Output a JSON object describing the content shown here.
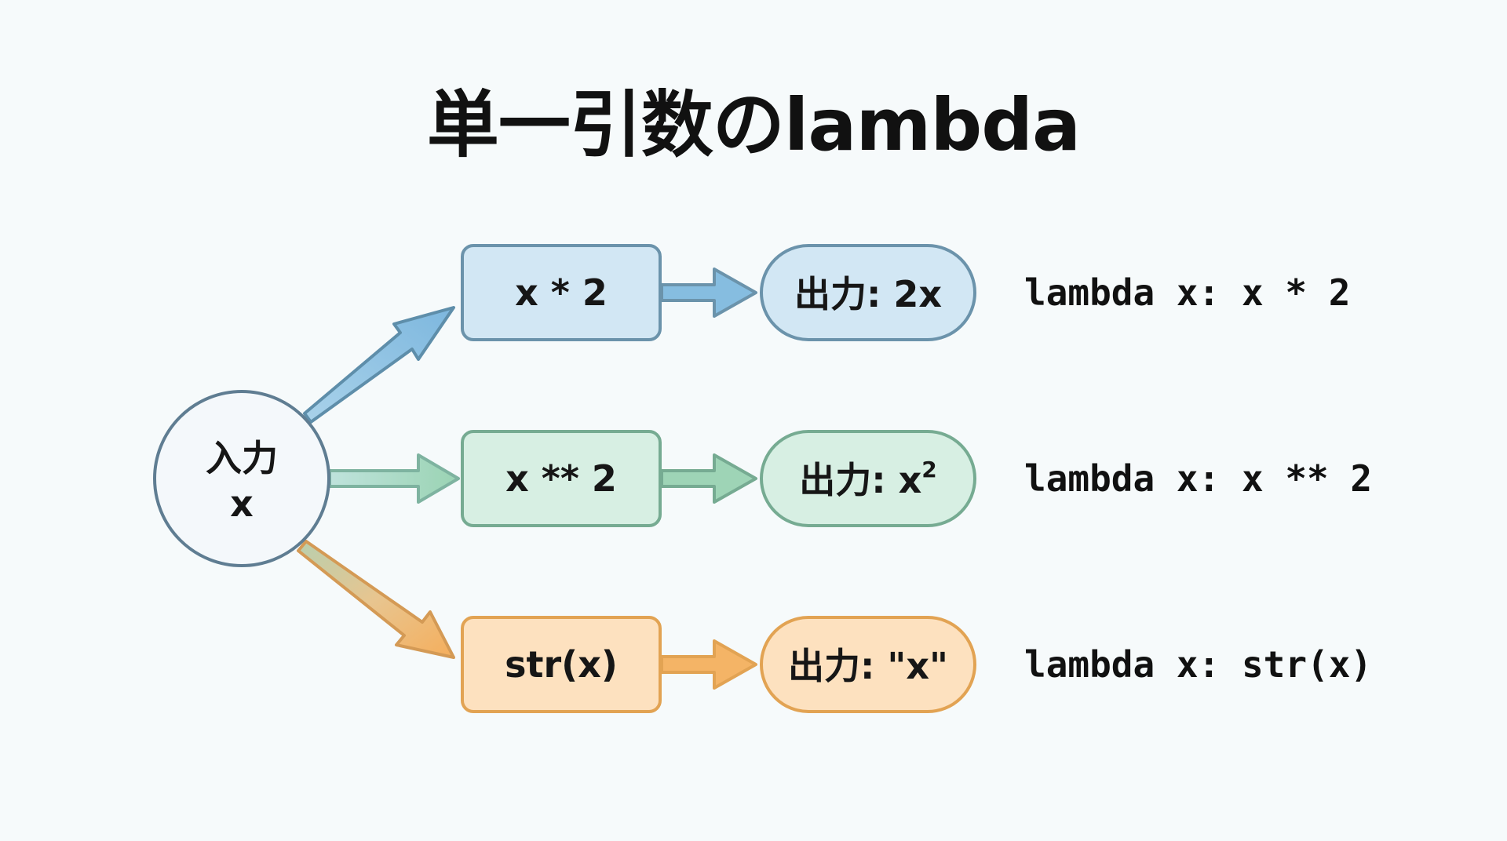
{
  "title": "単一引数のlambda",
  "input_node": {
    "line1": "入力",
    "line2": "x"
  },
  "rows": [
    {
      "expression": "x * 2",
      "output": "出力: 2x",
      "output_prefix": "出力: ",
      "output_base": "2x",
      "output_sup": "",
      "code": "lambda x: x * 2",
      "fill": "#d2e7f4",
      "stroke": "#6b93ab",
      "arrow_fill": "#86bde0"
    },
    {
      "expression": "x ** 2",
      "output": "出力: x²",
      "output_prefix": "出力: ",
      "output_base": "x",
      "output_sup": "2",
      "code": "lambda x: x ** 2",
      "fill": "#d7efe3",
      "stroke": "#76ab92",
      "arrow_fill": "#9ed4b6"
    },
    {
      "expression": "str(x)",
      "output": "出力: \"x\"",
      "output_prefix": "出力: ",
      "output_base": "\"x\"",
      "output_sup": "",
      "code": "lambda x: str(x)",
      "fill": "#fde1bf",
      "stroke": "#e2a353",
      "arrow_fill": "#f4b466"
    }
  ],
  "colors": {
    "background": "#f6fafb",
    "input_fill": "#f4f8fb",
    "input_stroke": "#5f7d92",
    "text": "#111111"
  }
}
